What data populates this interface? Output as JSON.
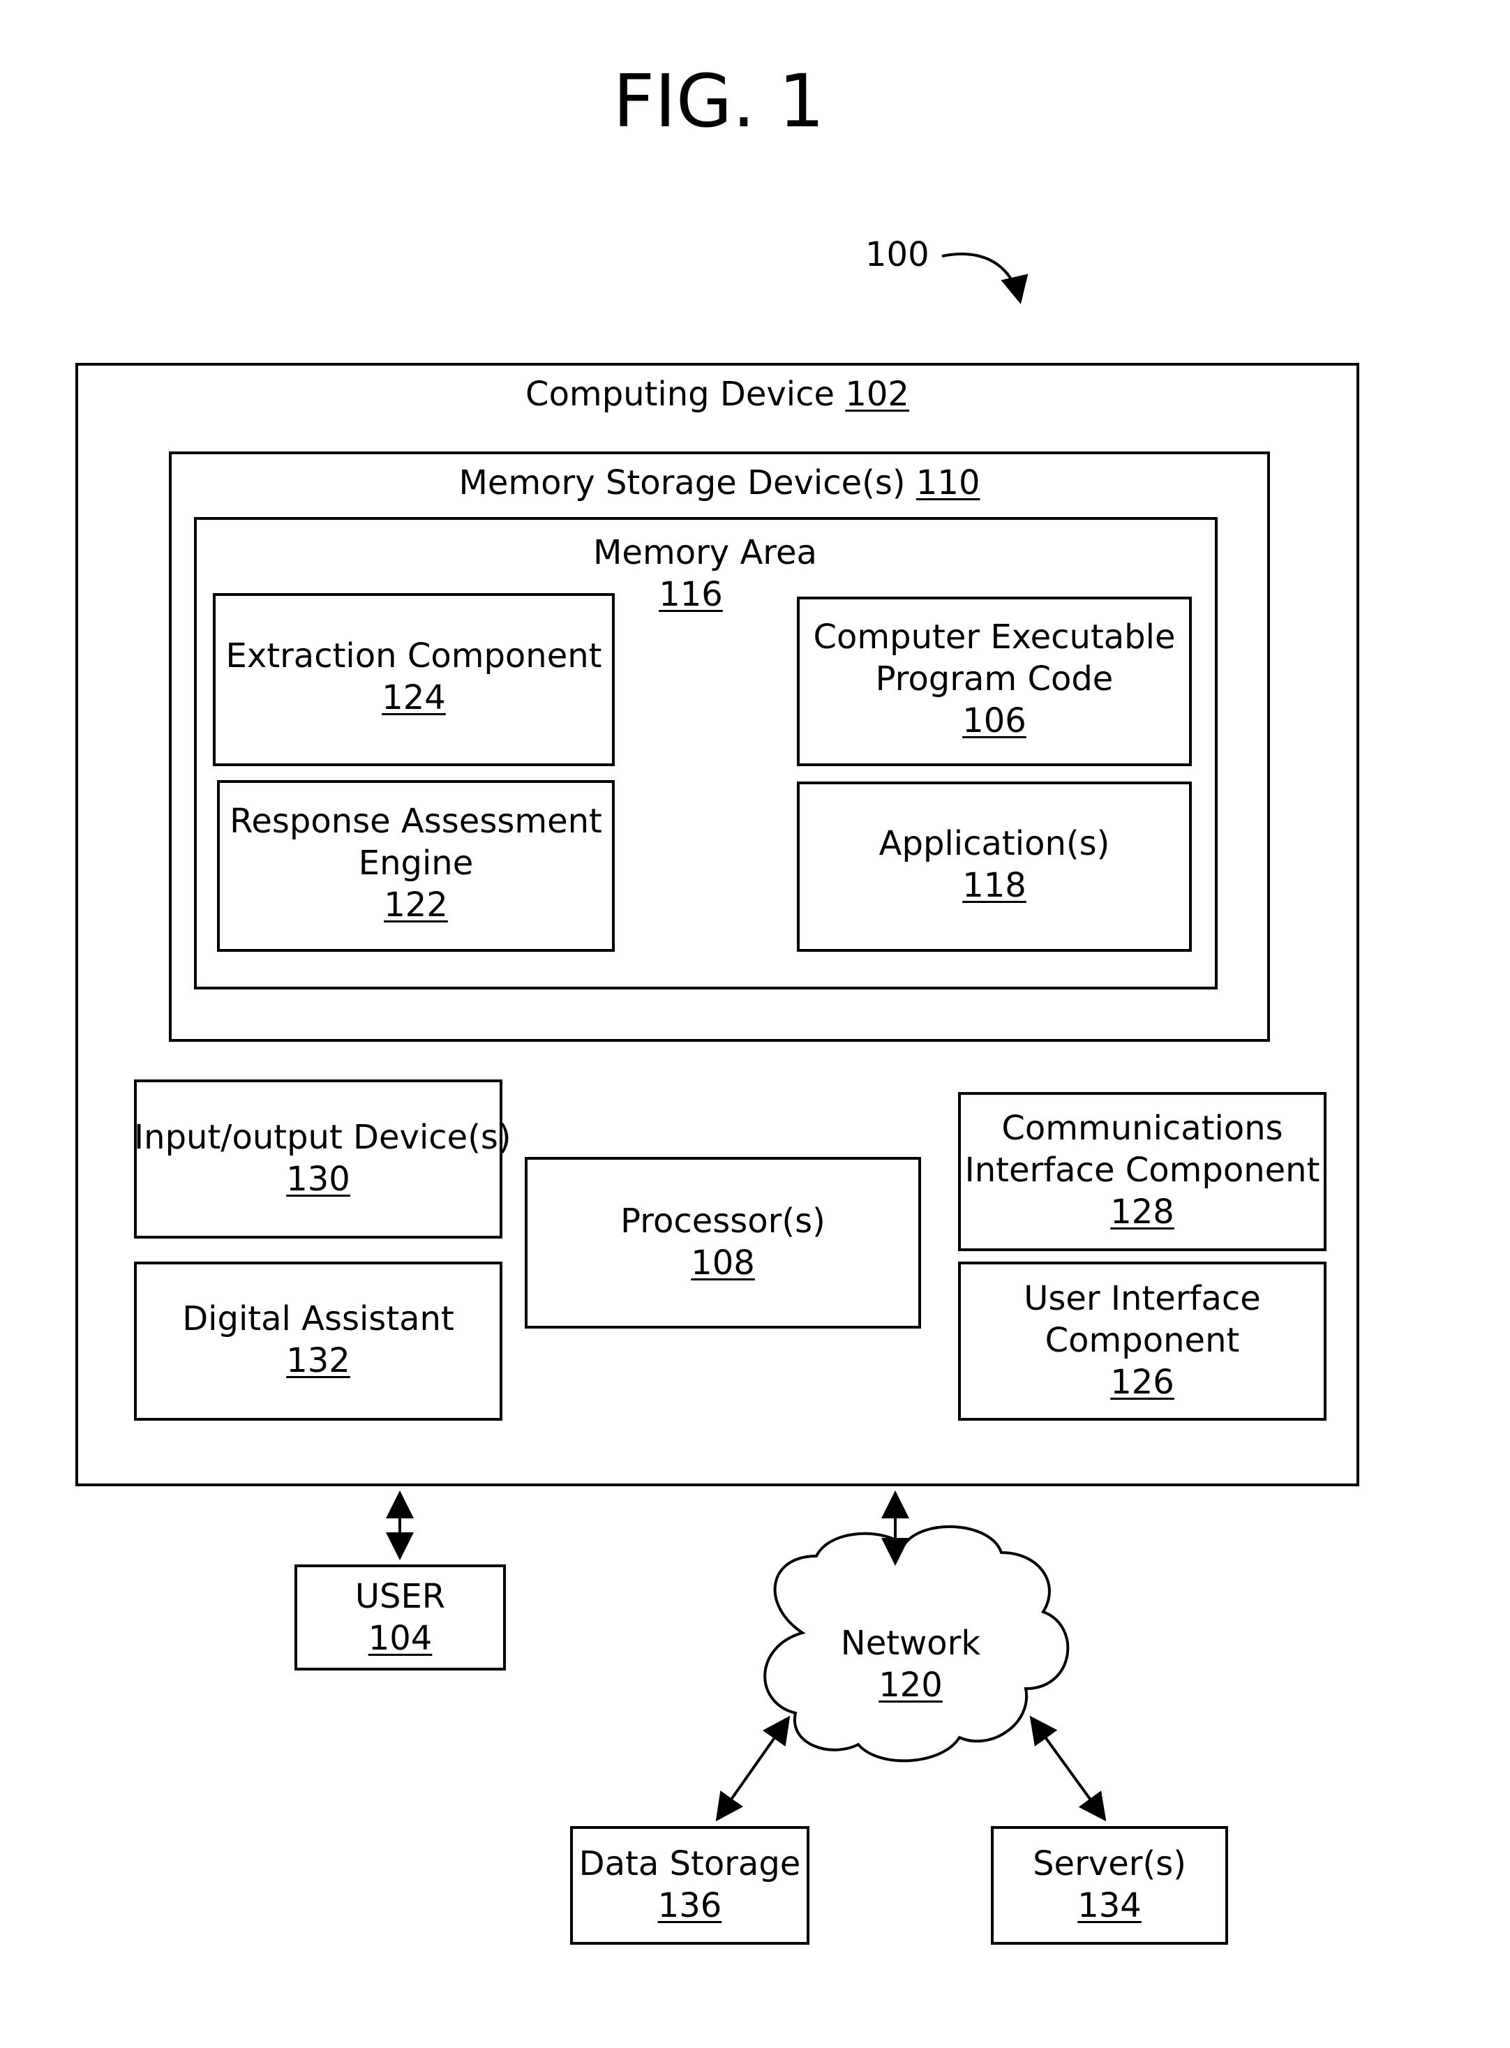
{
  "figure": {
    "title": "FIG. 1",
    "ref": "100"
  },
  "computing_device": {
    "name": "Computing Device",
    "ref": "102"
  },
  "memory_storage": {
    "name": "Memory Storage Device(s)",
    "ref": "110"
  },
  "memory_area": {
    "name": "Memory Area",
    "ref": "116"
  },
  "extraction": {
    "name": "Extraction Component",
    "ref": "124"
  },
  "program_code": {
    "line1": "Computer Executable",
    "line2": "Program Code",
    "ref": "106"
  },
  "response_engine": {
    "line1": "Response Assessment",
    "line2": "Engine",
    "ref": "122"
  },
  "applications": {
    "name": "Application(s)",
    "ref": "118"
  },
  "io_device": {
    "name": "Input/output Device(s)",
    "ref": "130"
  },
  "processor": {
    "name": "Processor(s)",
    "ref": "108"
  },
  "comms": {
    "line1": "Communications",
    "line2": "Interface Component",
    "ref": "128"
  },
  "digital_assistant": {
    "name": "Digital Assistant",
    "ref": "132"
  },
  "ui_component": {
    "line1": "User Interface",
    "line2": "Component",
    "ref": "126"
  },
  "user": {
    "name": "USER",
    "ref": "104"
  },
  "network": {
    "name": "Network",
    "ref": "120"
  },
  "data_storage": {
    "name": "Data Storage",
    "ref": "136"
  },
  "servers": {
    "name": "Server(s)",
    "ref": "134"
  }
}
